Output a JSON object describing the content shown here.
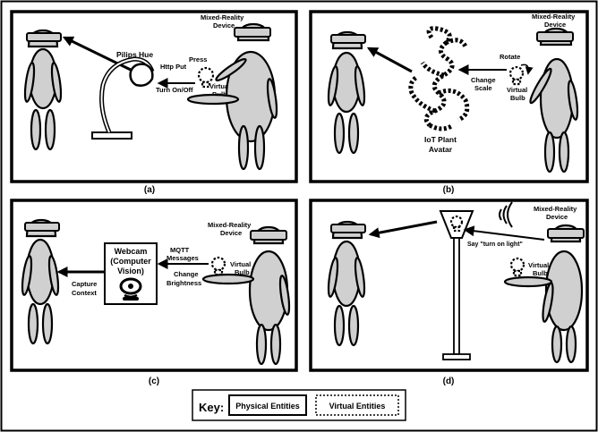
{
  "panels": {
    "a": {
      "caption": "(a)",
      "hue_label": "Pilips Hue",
      "device_line1": "Mixed-Reality",
      "device_line2": "Device",
      "press_label": "Press",
      "http_put_label": "Http Put",
      "turn_on_off_label": "Turn On/Off",
      "bulb_line1": "Virtual",
      "bulb_line2": "Bulb"
    },
    "b": {
      "caption": "(b)",
      "device_line1": "Mixed-Reality",
      "device_line2": "Device",
      "rotate_label": "Rotate",
      "change_line1": "Change",
      "change_line2": "Scale",
      "plant_line1": "IoT Plant",
      "plant_line2": "Avatar",
      "bulb_line1": "Virtual",
      "bulb_line2": "Bulb"
    },
    "c": {
      "caption": "(c)",
      "webcam_line1": "Webcam",
      "webcam_line2": "(Computer",
      "webcam_line3": "Vision)",
      "capture_line1": "Capture",
      "capture_line2": "Context",
      "mqtt_line1": "MQTT",
      "mqtt_line2": "Messages",
      "brightness_line1": "Change",
      "brightness_line2": "Brightness",
      "device_line1": "Mixed-Reality",
      "device_line2": "Device",
      "bulb_line1": "Virtual",
      "bulb_line2": "Bulb"
    },
    "d": {
      "caption": "(d)",
      "device_line1": "Mixed-Reality",
      "device_line2": "Device",
      "say_label": "Say \"turn on light\"",
      "bulb_line1": "Virtual",
      "bulb_line2": "Bulb"
    }
  },
  "key": {
    "title": "Key:",
    "physical_label": "Physical Entities",
    "virtual_label": "Virtual Entities"
  }
}
